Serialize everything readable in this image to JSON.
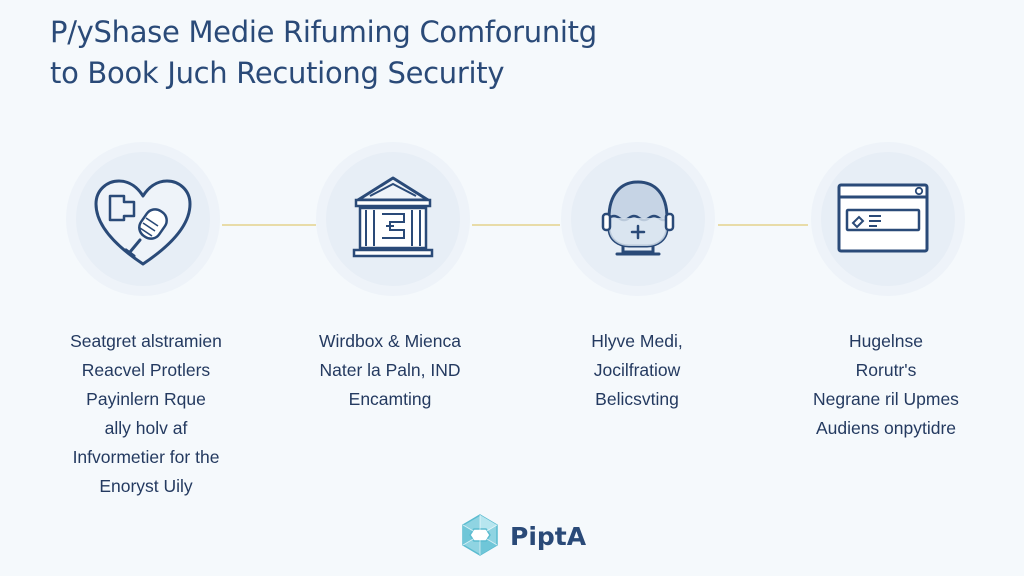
{
  "title": {
    "line1": "P/yShase Medie Rifuming Comforunitg",
    "line2": "to Book Juch Recutiong Security"
  },
  "colors": {
    "background": "#f5f9fc",
    "accent": "#2a4a78",
    "circle": "#e7eef6",
    "connector": "#e8dca8",
    "logo": "#5bbcd0"
  },
  "steps": [
    {
      "icon": "heart-microphone-icon",
      "caption": [
        "Seatgret alstramien",
        "Reacvel Protlers",
        "Payinlern Rque",
        "ally holv af",
        "Infvormetier for the",
        "Enoryst Uily"
      ]
    },
    {
      "icon": "bank-building-icon",
      "caption": [
        "Wirdbox & Mienca",
        "Nater la Paln, IND",
        "Encamting"
      ]
    },
    {
      "icon": "robot-head-icon",
      "caption": [
        "Hlyve Medi,",
        "Jocilfratiow",
        "Belicsvting"
      ]
    },
    {
      "icon": "browser-window-icon",
      "caption": [
        "Hugelnse",
        "Rorutr's",
        "Negrane ril Upmes",
        "Audiens onpytidre"
      ]
    }
  ],
  "logo": {
    "icon": "crystal-logo-icon",
    "text": "PiptA"
  }
}
